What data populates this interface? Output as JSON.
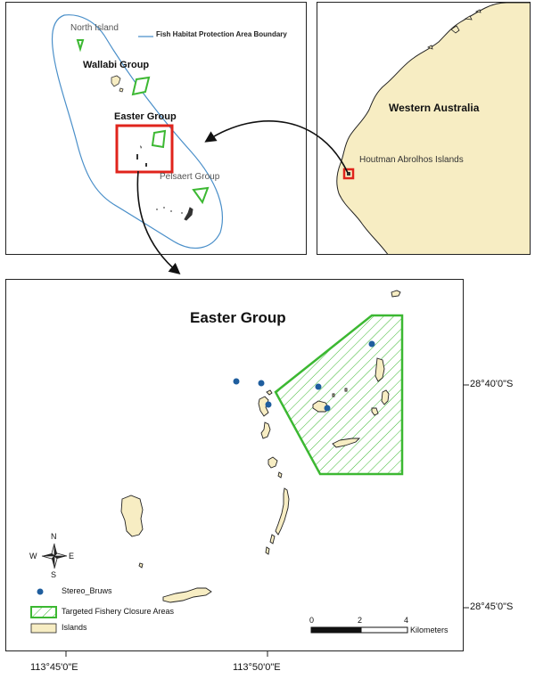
{
  "overview_map": {
    "legend_label": "Fish Habitat Protection Area Boundary",
    "groups": {
      "north": "North Island",
      "wallabi": "Wallabi Group",
      "easter": "Easter Group",
      "pelsaert": "Pelsaert Group"
    }
  },
  "locator_map": {
    "region_label": "Western Australia",
    "place_label": "Houtman Abrolhos Islands"
  },
  "detail_map": {
    "title": "Easter Group",
    "compass": {
      "n": "N",
      "s": "S",
      "e": "E",
      "w": "W"
    },
    "legend": {
      "bruvs": "Stereo_Bruws",
      "closure": "Targeted Fishery Closure Areas",
      "islands": "Islands"
    },
    "scale_bar": {
      "ticks": [
        "0",
        "2",
        "4"
      ],
      "unit": "Kilometers"
    },
    "lat_labels": [
      "28°40'0\"S",
      "28°45'0\"S"
    ],
    "lon_labels": [
      "113°45'0\"E",
      "113°50'0\"E"
    ]
  },
  "colors": {
    "boundary": "#4a8fc9",
    "closure": "#3cb832",
    "highlight": "#e0241c",
    "land": "#f7edc3",
    "bruvs": "#1f5e9e"
  }
}
